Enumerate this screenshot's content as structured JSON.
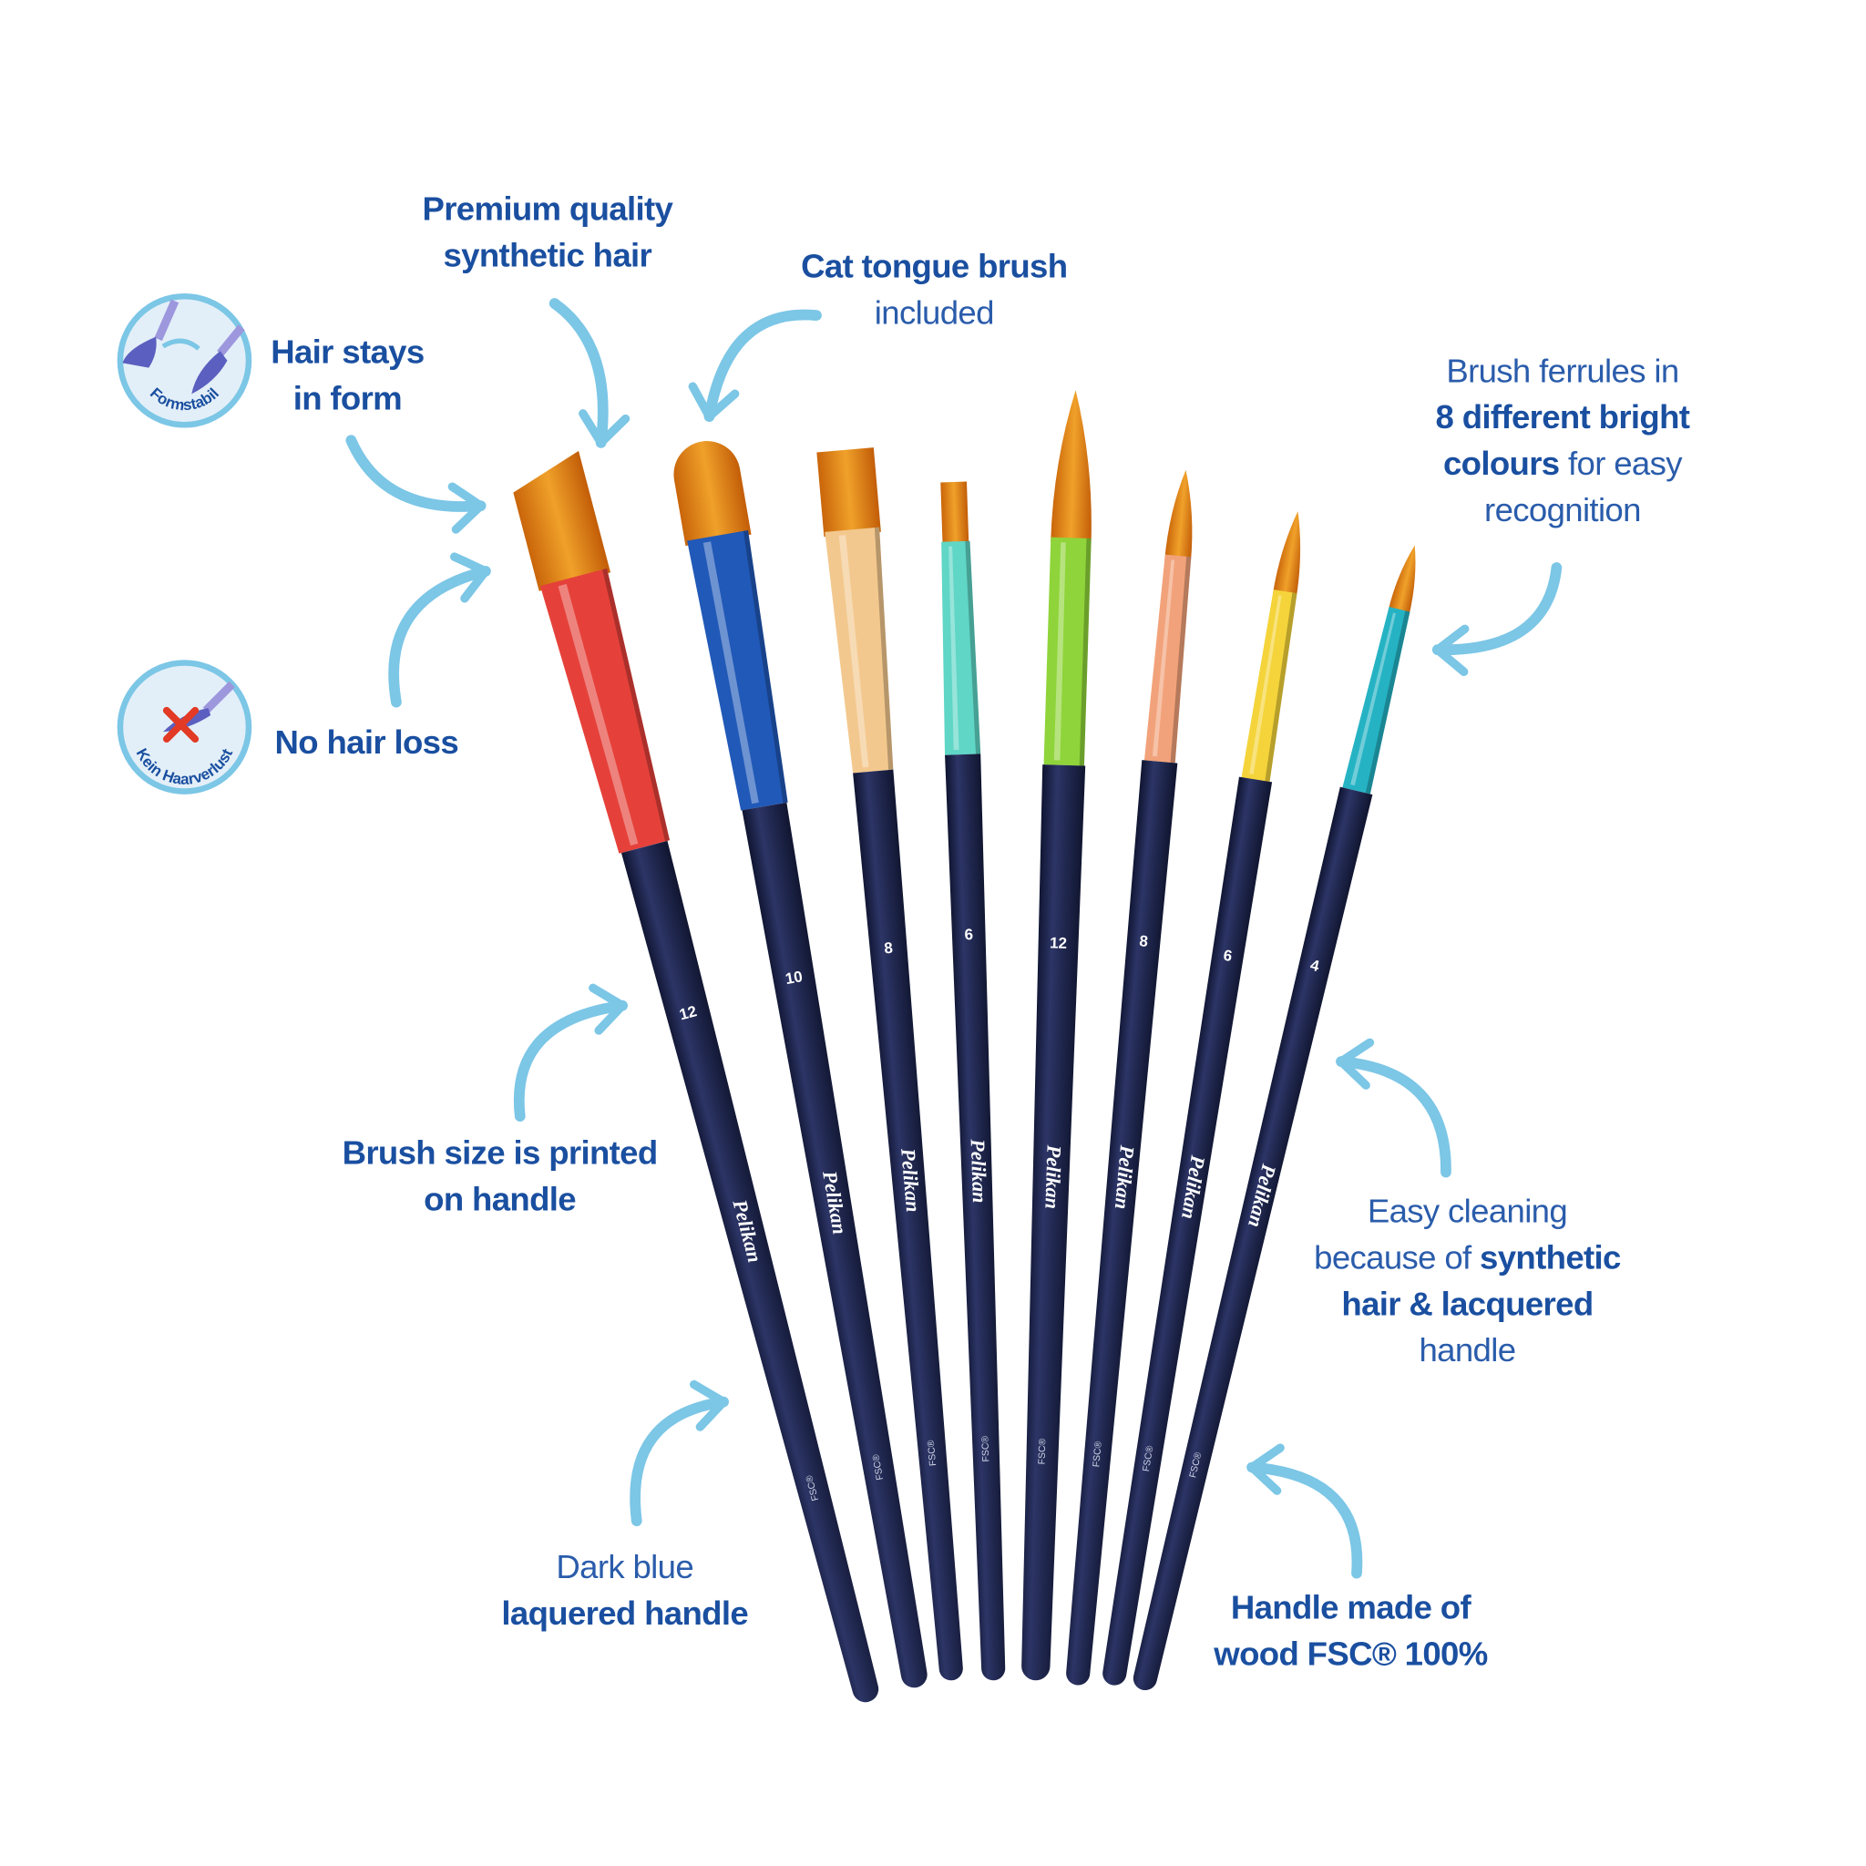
{
  "labels": {
    "premium": {
      "line1": "Premium quality",
      "line2": "synthetic hair"
    },
    "cat_tongue": {
      "line1": "Cat tongue brush",
      "line2": "included"
    },
    "hair_stays": {
      "line1": "Hair stays",
      "line2": "in form"
    },
    "no_hair_loss": "No hair loss",
    "ferrules": {
      "l1": "Brush ferrules in",
      "l2": "8 different bright",
      "l3a": "colours",
      "l3b": " for easy",
      "l4": "recognition"
    },
    "brush_size": {
      "line1": "Brush size is printed",
      "line2": "on handle"
    },
    "easy_cleaning": {
      "l1": "Easy cleaning",
      "l2a": "because of ",
      "l2b": "synthetic",
      "l3": "hair & lacquered",
      "l4": "handle"
    },
    "dark_blue": {
      "line1": "Dark blue",
      "line2": "laquered handle"
    },
    "fsc": {
      "line1": "Handle made of",
      "line2": "wood FSC® 100%"
    }
  },
  "badges": {
    "formstabil": "Formstabil",
    "kein_haarverlust": "Kein Haarverlust"
  },
  "brand": "Pelikan",
  "fsc_mark": "FSC®",
  "brushes": [
    {
      "size": "12",
      "type": "flat-angled",
      "ferrule_color": "#e5413a"
    },
    {
      "size": "10",
      "type": "cat-tongue",
      "ferrule_color": "#2159b8"
    },
    {
      "size": "8",
      "type": "flat",
      "ferrule_color": "#f3c88e"
    },
    {
      "size": "6",
      "type": "flat",
      "ferrule_color": "#5fd6c6"
    },
    {
      "size": "12",
      "type": "round",
      "ferrule_color": "#8fd43a"
    },
    {
      "size": "8",
      "type": "round",
      "ferrule_color": "#f2a27a"
    },
    {
      "size": "6",
      "type": "round",
      "ferrule_color": "#f4d43a"
    },
    {
      "size": "4",
      "type": "round",
      "ferrule_color": "#25b3c4"
    }
  ],
  "colors": {
    "text": "#1a4fa0",
    "arrow": "#7cc6e6",
    "handle": "#1b2146",
    "hair": "#d9760c"
  }
}
